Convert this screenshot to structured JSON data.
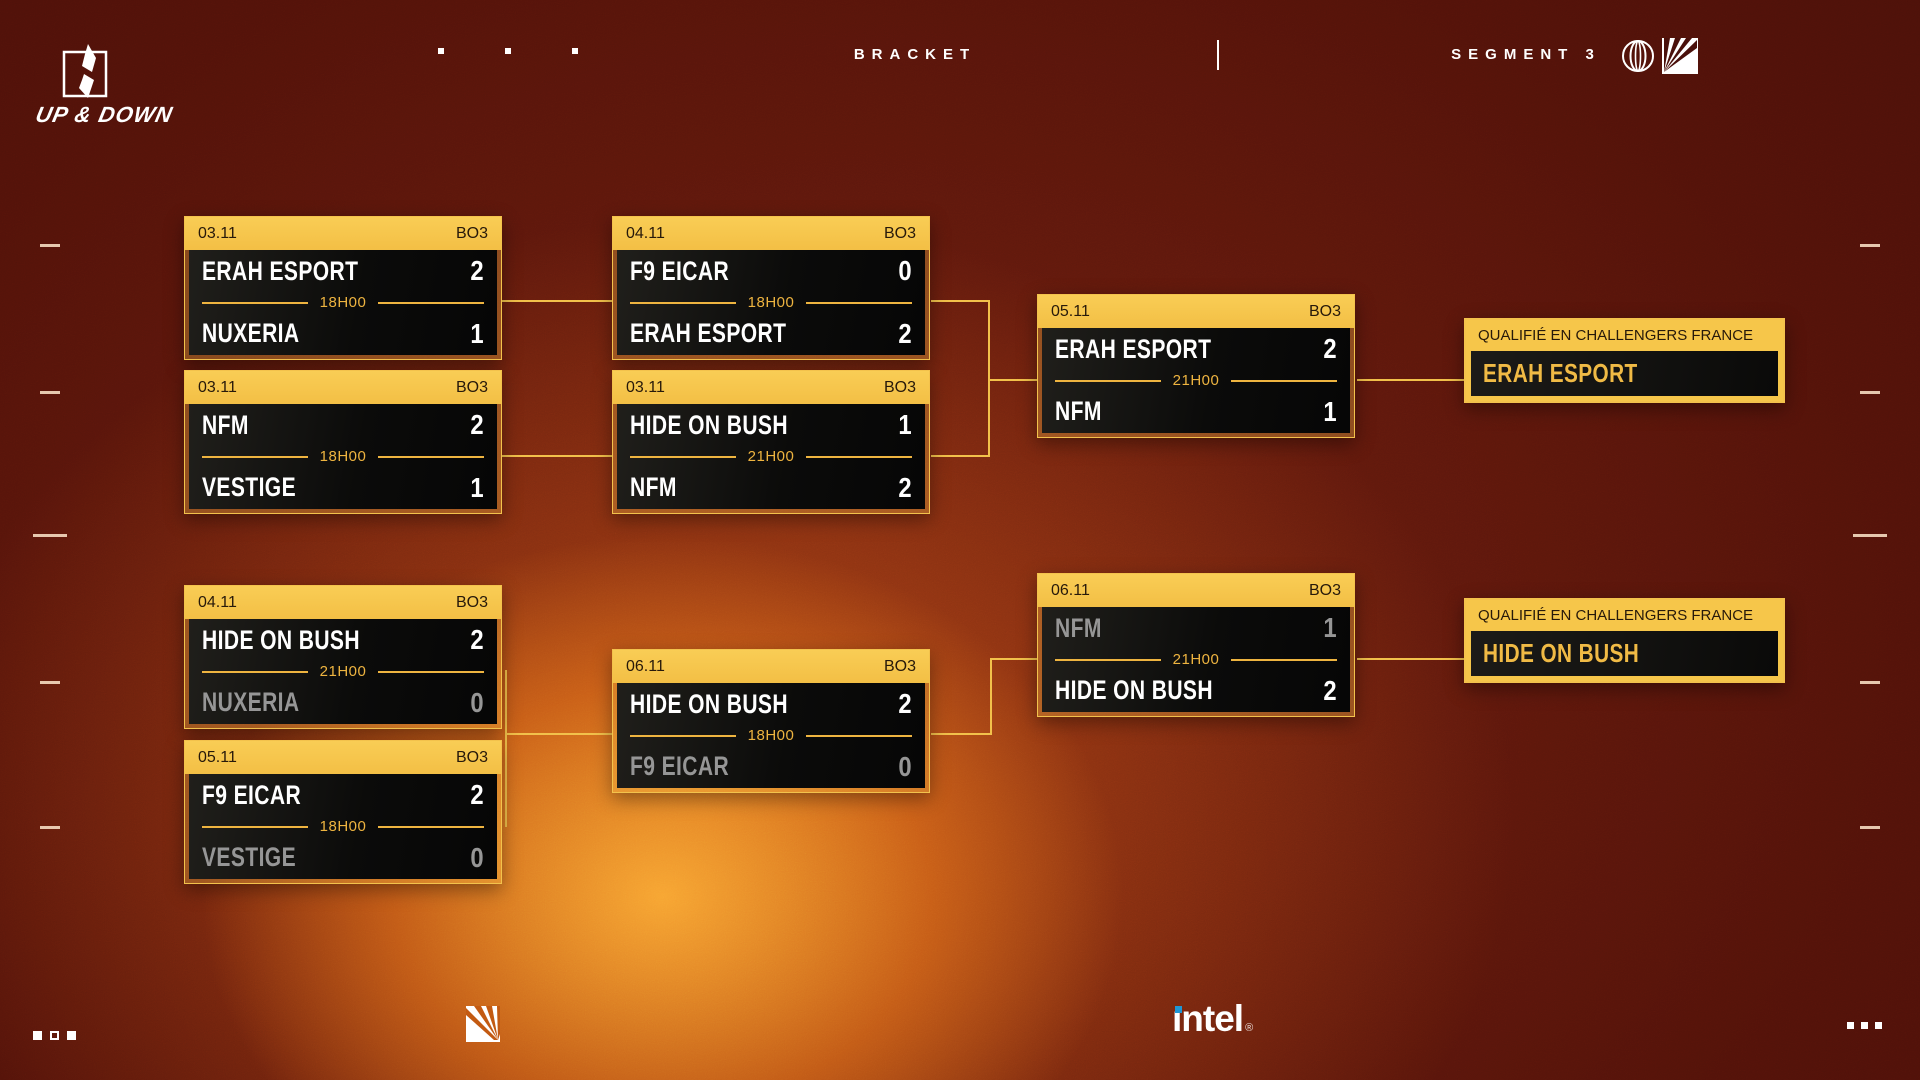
{
  "topbar": {
    "brand_title": "UP & DOWN",
    "view_label": "BRACKET",
    "segment_label": "SEGMENT 3",
    "nav_dots": 3,
    "icons": [
      "up-down-logo-icon",
      "sphere-logo-icon",
      "sunburst-logo-icon"
    ]
  },
  "colors": {
    "accent": "#f2c14b",
    "header_yellow": "#f7c74b",
    "time_gold": "#eeb440",
    "dim_gray": "#969696",
    "background_dark": "#420e08",
    "glow_orange": "#f07c1c",
    "intel_blue": "#1f96d4"
  },
  "bracket": {
    "matches": [
      {
        "date": "03.11",
        "format": "BO3",
        "time": "18H00",
        "top_team": "ERAH ESPORT",
        "top_score": "2",
        "top_dim": false,
        "bottom_team": "NUXERIA",
        "bottom_score": "1",
        "bottom_dim": false
      },
      {
        "date": "03.11",
        "format": "BO3",
        "time": "18H00",
        "top_team": "NFM",
        "top_score": "2",
        "top_dim": false,
        "bottom_team": "VESTIGE",
        "bottom_score": "1",
        "bottom_dim": false
      },
      {
        "date": "04.11",
        "format": "BO3",
        "time": "18H00",
        "top_team": "F9 EICAR",
        "top_score": "0",
        "top_dim": false,
        "bottom_team": "ERAH ESPORT",
        "bottom_score": "2",
        "bottom_dim": false
      },
      {
        "date": "03.11",
        "format": "BO3",
        "time": "21H00",
        "top_team": "HIDE ON BUSH",
        "top_score": "1",
        "top_dim": false,
        "bottom_team": "NFM",
        "bottom_score": "2",
        "bottom_dim": false
      },
      {
        "date": "05.11",
        "format": "BO3",
        "time": "21H00",
        "top_team": "ERAH ESPORT",
        "top_score": "2",
        "top_dim": false,
        "bottom_team": "NFM",
        "bottom_score": "1",
        "bottom_dim": false
      },
      {
        "date": "04.11",
        "format": "BO3",
        "time": "21H00",
        "top_team": "HIDE ON BUSH",
        "top_score": "2",
        "top_dim": false,
        "bottom_team": "NUXERIA",
        "bottom_score": "0",
        "bottom_dim": true
      },
      {
        "date": "05.11",
        "format": "BO3",
        "time": "18H00",
        "top_team": "F9 EICAR",
        "top_score": "2",
        "top_dim": false,
        "bottom_team": "VESTIGE",
        "bottom_score": "0",
        "bottom_dim": true
      },
      {
        "date": "06.11",
        "format": "BO3",
        "time": "18H00",
        "top_team": "HIDE ON BUSH",
        "top_score": "2",
        "top_dim": false,
        "bottom_team": "F9 EICAR",
        "bottom_score": "0",
        "bottom_dim": true
      },
      {
        "date": "06.11",
        "format": "BO3",
        "time": "21H00",
        "top_team": "NFM",
        "top_score": "1",
        "top_dim": true,
        "bottom_team": "HIDE ON BUSH",
        "bottom_score": "2",
        "bottom_dim": false
      }
    ],
    "qualifiers": [
      {
        "label": "QUALIFIÉ EN CHALLENGERS FRANCE",
        "team": "ERAH ESPORT"
      },
      {
        "label": "QUALIFIÉ EN CHALLENGERS FRANCE",
        "team": "HIDE ON BUSH"
      }
    ]
  },
  "footer": {
    "sponsor_label": "ıntel",
    "reg_mark": "®",
    "pagination_squares": 3,
    "ellipsis_squares": 3
  }
}
